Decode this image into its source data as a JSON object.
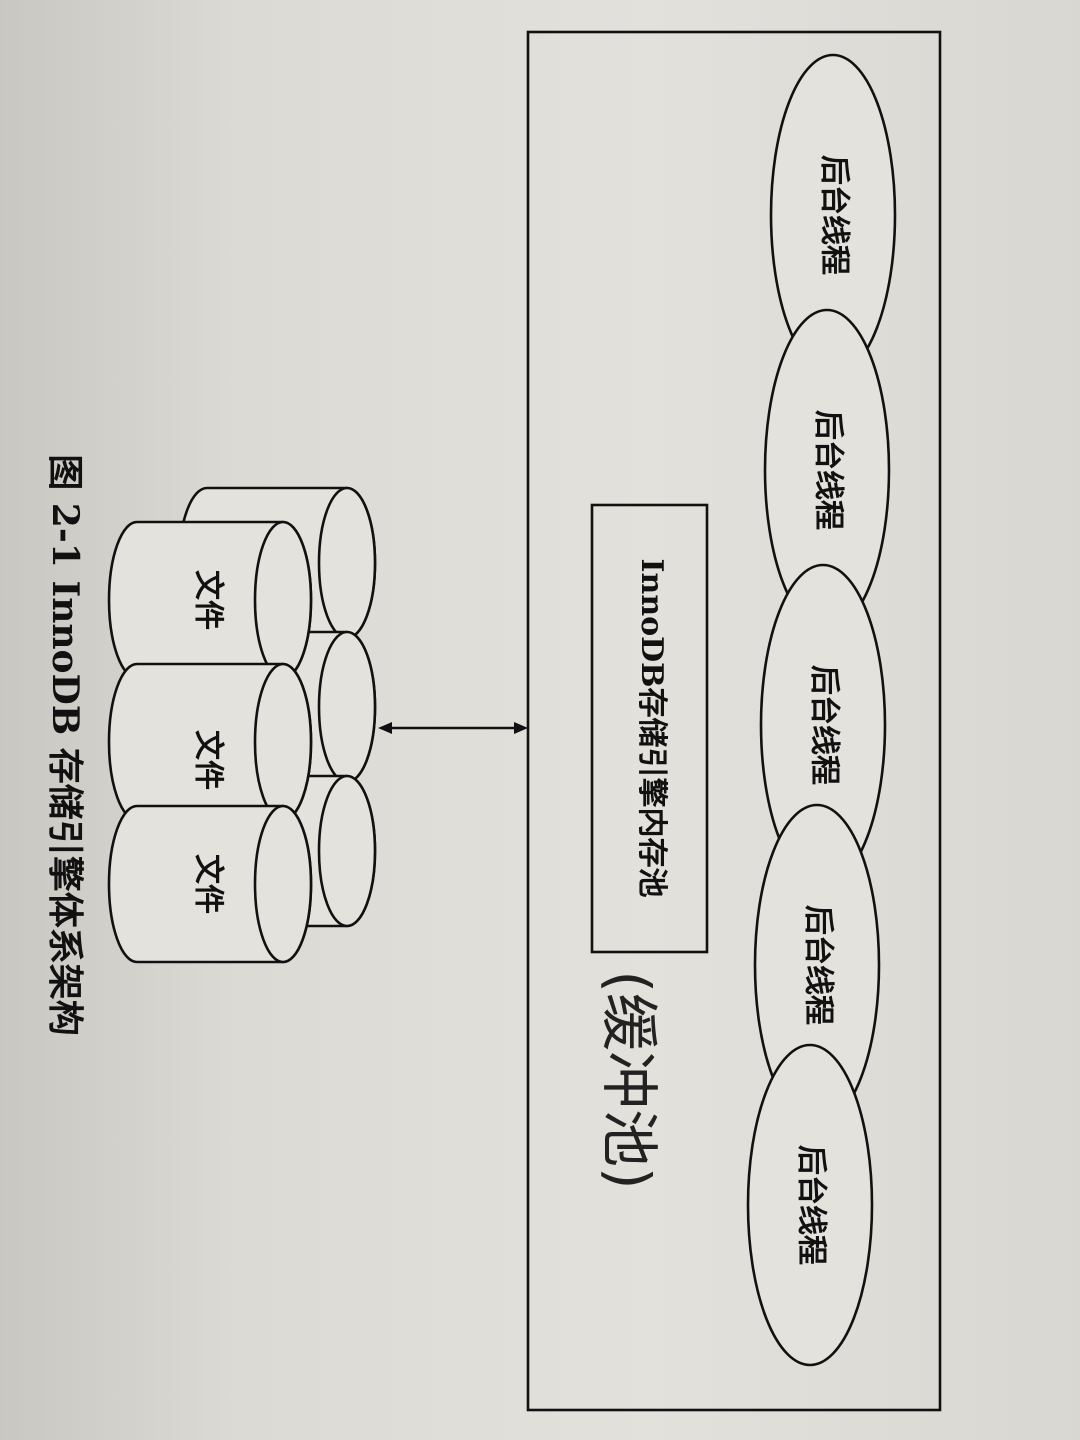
{
  "figure": {
    "caption": "图 2-1   InnoDB 存储引擎体系架构",
    "memory_pool_label": "InnoDB存储引擎内存池",
    "handwritten_note": "(缓冲池)",
    "background_threads": [
      {
        "label": "后台线程"
      },
      {
        "label": "后台线程"
      },
      {
        "label": "后台线程"
      },
      {
        "label": "后台线程"
      },
      {
        "label": "后台线程"
      }
    ],
    "files": [
      {
        "label": "文件"
      },
      {
        "label": "文件"
      },
      {
        "label": "文件"
      }
    ]
  }
}
